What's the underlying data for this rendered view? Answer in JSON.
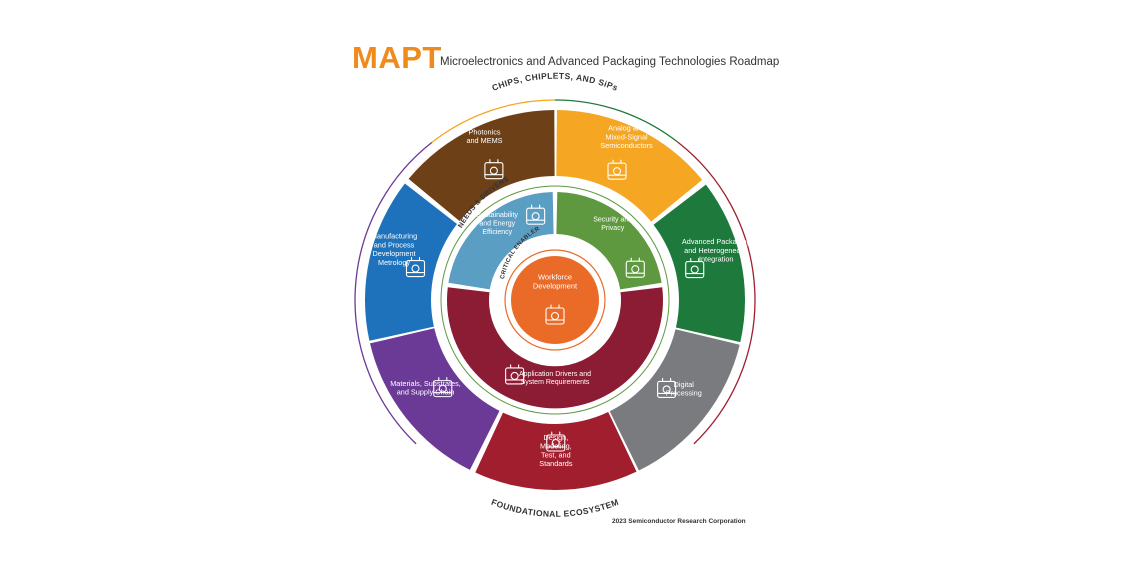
{
  "header": {
    "logo": "MAPT",
    "title": "Microelectronics and Advanced Packaging Technologies Roadmap"
  },
  "ring_labels": {
    "top": "CHIPS, CHIPLETS, AND SiPs",
    "bottom": "FOUNDATIONAL ECOSYSTEM",
    "needs": "NEEDS & DRIVERS",
    "enabler": "CRITICAL ENABLER"
  },
  "outer_segments": [
    {
      "lines": [
        "Analog and",
        "Mixed-Signal",
        "Semiconductors"
      ],
      "color": "#f5a623",
      "icon": "brain-chip-icon"
    },
    {
      "lines": [
        "Advanced Packaging",
        "and Heterogeneous",
        "Integration"
      ],
      "color": "#1e7a3c",
      "icon": "chip-package-icon"
    },
    {
      "lines": [
        "Digital",
        "Processing"
      ],
      "color": "#7a7b7e",
      "icon": "binary-funnel-icon"
    },
    {
      "lines": [
        "Design,",
        "Modeling,",
        "Test, and",
        "Standards"
      ],
      "color": "#a01e2d",
      "icon": "gears-icon"
    },
    {
      "lines": [
        "Materials, Substrates,",
        "and Supply Chain"
      ],
      "color": "#6b3a96",
      "icon": "lab-flask-icon"
    },
    {
      "lines": [
        "Manufacturing",
        "and Process",
        "Development",
        "Metrology"
      ],
      "color": "#1e72bc",
      "icon": "factory-conveyor-icon"
    },
    {
      "lines": [
        "Photonics",
        "and MEMS"
      ],
      "color": "#6e4018",
      "icon": "light-beam-icon"
    }
  ],
  "inner_segments": [
    {
      "lines": [
        "Sustainability",
        "and Energy",
        "Efficiency"
      ],
      "color": "#5b9ec4",
      "icon": "energy-building-icon"
    },
    {
      "lines": [
        "Security and",
        "Privacy"
      ],
      "color": "#5e9940",
      "icon": "padlock-icon"
    },
    {
      "lines": [
        "Application Drivers and",
        "System Requirements"
      ],
      "color": "#8b1c34",
      "icon": "monitor-gear-icon"
    }
  ],
  "center": {
    "lines": [
      "Workforce",
      "Development"
    ],
    "color": "#ea6b28",
    "icon": "people-group-icon"
  },
  "footer": {
    "copyright": "2023 Semiconductor Research Corporation"
  }
}
